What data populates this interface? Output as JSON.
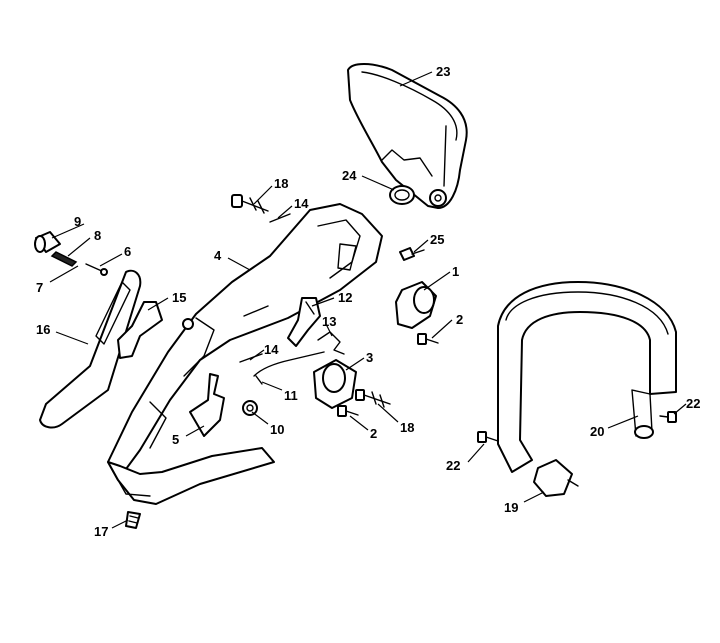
{
  "callouts": {
    "c1": "1",
    "c2a": "2",
    "c2b": "2",
    "c3": "3",
    "c4": "4",
    "c5": "5",
    "c6": "6",
    "c7": "7",
    "c8": "8",
    "c9": "9",
    "c10": "10",
    "c11": "11",
    "c12": "12",
    "c13": "13",
    "c14a": "14",
    "c14b": "14",
    "c15": "15",
    "c16": "16",
    "c17": "17",
    "c18a": "18",
    "c18b": "18",
    "c19": "19",
    "c20": "20",
    "c22a": "22",
    "c22b": "22",
    "c23": "23",
    "c24": "24",
    "c25": "25"
  }
}
